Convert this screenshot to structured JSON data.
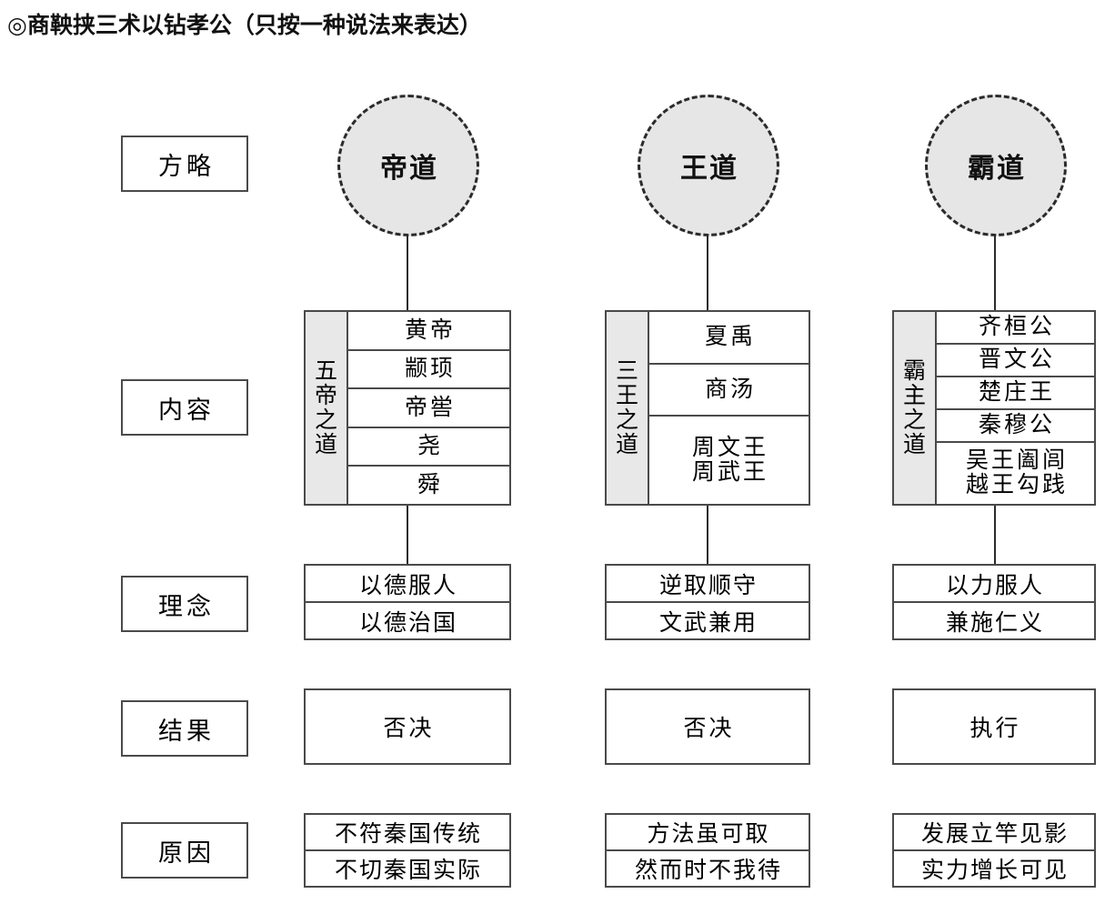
{
  "title": "◎商鞅挟三术以钻孝公（只按一种说法来表达）",
  "row_labels": [
    {
      "label": "方略"
    },
    {
      "label": "内容"
    },
    {
      "label": "理念"
    },
    {
      "label": "结果"
    },
    {
      "label": "原因"
    }
  ],
  "columns": [
    {
      "strategy": "帝道",
      "content": {
        "side_label": "五帝之道",
        "side_chars": [
          "五",
          "帝",
          "之",
          "道"
        ],
        "rows": [
          [
            "黄帝"
          ],
          [
            "颛顼"
          ],
          [
            "帝喾"
          ],
          [
            "尧"
          ],
          [
            "舜"
          ]
        ]
      },
      "ideology": [
        "以德服人",
        "以德治国"
      ],
      "result": "否决",
      "reason": [
        "不符秦国传统",
        "不切秦国实际"
      ]
    },
    {
      "strategy": "王道",
      "content": {
        "side_label": "三王之道",
        "side_chars": [
          "三",
          "王",
          "之",
          "道"
        ],
        "rows": [
          [
            "夏禹"
          ],
          [
            "商汤"
          ],
          [
            "周文王",
            "周武王"
          ]
        ]
      },
      "ideology": [
        "逆取顺守",
        "文武兼用"
      ],
      "result": "否决",
      "reason": [
        "方法虽可取",
        "然而时不我待"
      ]
    },
    {
      "strategy": "霸道",
      "content": {
        "side_label": "霸主之道",
        "side_chars": [
          "霸",
          "主",
          "之",
          "道"
        ],
        "rows": [
          [
            "齐桓公"
          ],
          [
            "晋文公"
          ],
          [
            "楚庄王"
          ],
          [
            "秦穆公"
          ],
          [
            "吴王阖闾",
            "越王勾践"
          ]
        ]
      },
      "ideology": [
        "以力服人",
        "兼施仁义"
      ],
      "result": "执行",
      "reason": [
        "发展立竿见影",
        "实力增长可见"
      ]
    }
  ],
  "colors": {
    "circle_fill": "#e6e6e6",
    "side_fill": "#e8e8e8",
    "border": "#4a4a4a",
    "line": "#2b2b2b",
    "text": "#000000",
    "background": "#ffffff"
  }
}
